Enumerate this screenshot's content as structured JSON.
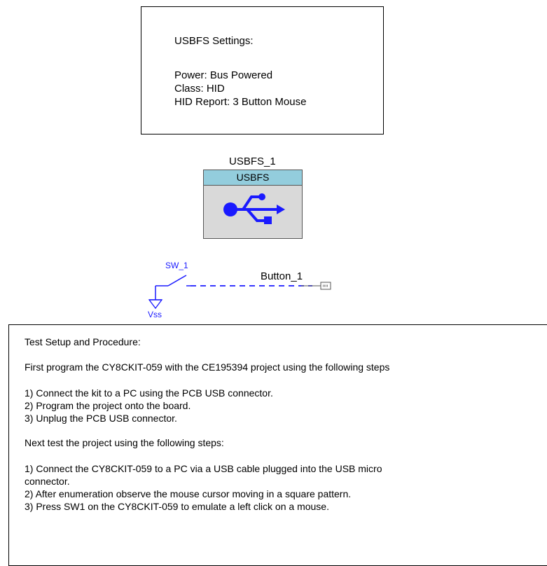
{
  "settings": {
    "heading": "USBFS Settings:",
    "lines": [
      "Power: Bus Powered",
      "Class: HID",
      "HID Report: 3 Button Mouse"
    ]
  },
  "component": {
    "instance_name": "USBFS_1",
    "type_label": "USBFS",
    "icon": "usb-icon",
    "header_color": "#93cddd",
    "body_color": "#d9d9d9"
  },
  "schematic": {
    "switch_label": "SW_1",
    "ground_label": "Vss",
    "pin_label": "Button_1",
    "wire_color": "#1a1aff"
  },
  "notes": {
    "title": "Test Setup and Procedure:",
    "intro": "First program the CY8CKIT-059 with the CE195394 project using the following steps",
    "program_steps": [
      "1) Connect the kit to a PC using the PCB USB connector.",
      "2) Program the project onto the board.",
      "3) Unplug the PCB USB connector."
    ],
    "test_intro": "Next test the project using the following steps:",
    "test_steps": [
      "1) Connect the CY8CKIT-059 to a PC via a USB cable plugged into the USB micro",
      "connector.",
      "2) After enumeration observe the mouse cursor moving in a square pattern.",
      "3) Press SW1 on the CY8CKIT-059 to emulate a left click on a mouse."
    ]
  }
}
